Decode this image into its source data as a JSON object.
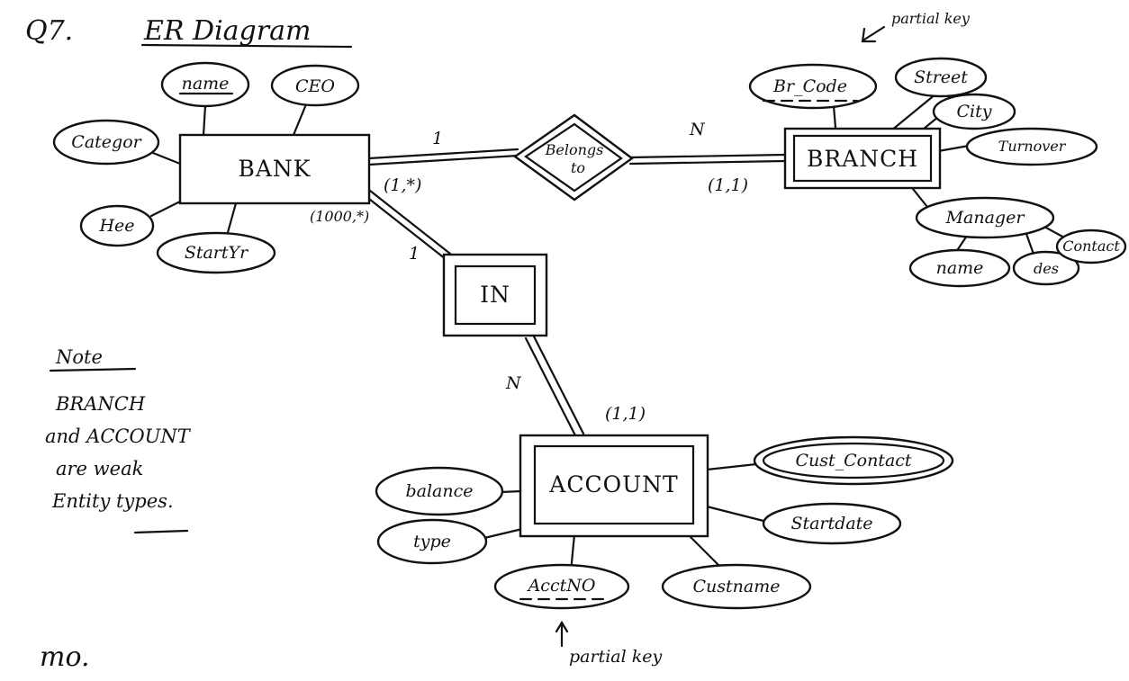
{
  "question": "Q7.",
  "title": "ER Diagram",
  "entities": {
    "bank": "BANK",
    "branch": "BRANCH",
    "account": "ACCOUNT"
  },
  "relationships": {
    "belongs_to_line1": "Belongs",
    "belongs_to_line2": "to",
    "in": "IN"
  },
  "bank_attributes": {
    "name": "name",
    "ceo": "CEO",
    "category": "Categor",
    "hq": "Hee",
    "start_yr": "StartYr"
  },
  "branch_attributes": {
    "br_code": "Br_Code",
    "street": "Street",
    "city": "City",
    "turnover": "Turnover",
    "manager": "Manager",
    "manager_name": "name",
    "manager_des": "des",
    "manager_contact": "Contact"
  },
  "account_attributes": {
    "cust_contact": "Cust_Contact",
    "start_date": "Startdate",
    "cust_name": "Custname",
    "acct_no": "AcctNO",
    "type": "type",
    "balance": "balance"
  },
  "cardinalities": {
    "bank_belongs_ratio": "1",
    "bank_belongs_constraint": "(1,*)",
    "belongs_branch_ratio": "N",
    "belongs_branch_constraint": "(1,1)",
    "bank_in_ratio": "1",
    "bank_in_constraint": "(1000,*)",
    "in_account_ratio": "N",
    "in_account_constraint": "(1,1)"
  },
  "annotations": {
    "branch_partial_key": "partial key",
    "account_partial_key": "partial key"
  },
  "note": {
    "heading": "Note",
    "line1": "BRANCH",
    "line2": "and ACCOUNT",
    "line3": "are weak",
    "line4": "Entity types."
  },
  "footer": "mo."
}
